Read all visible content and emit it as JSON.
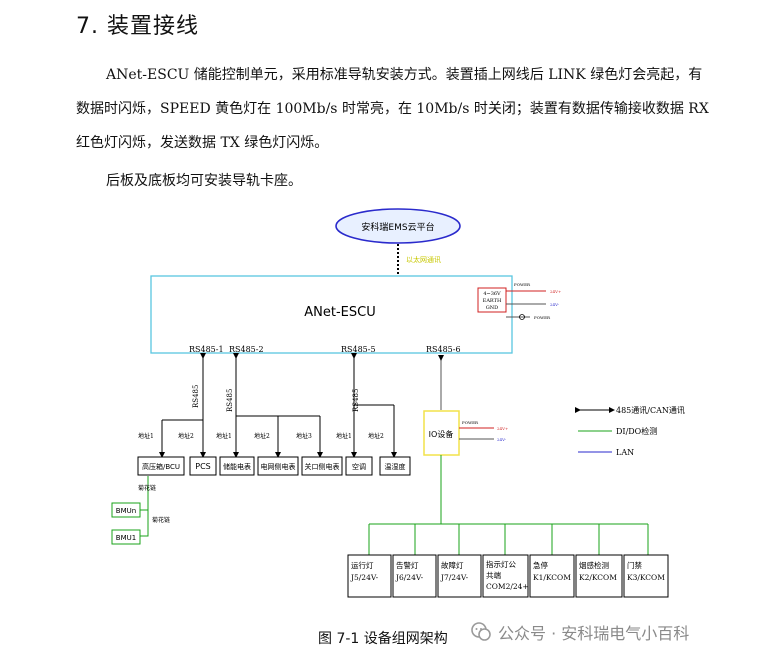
{
  "heading": "7. 装置接线",
  "paragraphs": [
    "ANet-ESCU 储能控制单元，采用标准导轨安装方式。装置插上网线后 LINK 绿色灯会亮起，有数据时闪烁，SPEED 黄色灯在 100Mb/s 时常亮，在 10Mb/s 时关闭；装置有数据传输接收数据 RX 红色灯闪烁，发送数据 TX 绿色灯闪烁。",
    "后板及底板均可安装导轨卡座。"
  ],
  "diagram": {
    "cloud": "安科瑞EMS云平台",
    "cloud_link": "以太网通讯",
    "main_unit": "ANet-ESCU",
    "power_box": [
      "4~36V",
      "EARTH",
      "GND"
    ],
    "power_labels": [
      "POWER",
      "24V+",
      "24V-",
      "POWER"
    ],
    "ports": [
      "RS485-1",
      "RS485-2",
      "RS485-5",
      "RS485-6"
    ],
    "bus_labels": [
      "RS485",
      "RS485",
      "RS485"
    ],
    "addr_labels": [
      "地址1",
      "地址2",
      "地址1",
      "地址2",
      "地址3",
      "地址1",
      "地址2"
    ],
    "devices": [
      "高压箱/BCU",
      "PCS",
      "储能电表",
      "电网侧电表",
      "关口侧电表",
      "空调",
      "温湿度"
    ],
    "bmu_units": [
      "BMUn",
      "BMU1"
    ],
    "bmu_link_labels": [
      "菊花链",
      "菊花链"
    ],
    "io_device": "IO设备",
    "io_power_labels": [
      "POWER",
      "24V+",
      "24V-"
    ],
    "legend": [
      {
        "label": "485通讯/CAN通讯",
        "color": "#000000"
      },
      {
        "label": "DI/DO检测",
        "color": "#1aa31a"
      },
      {
        "label": "LAN",
        "color": "#2a2acc"
      }
    ],
    "io_items": [
      [
        "运行灯",
        "J5/24V-"
      ],
      [
        "告警灯",
        "J6/24V-"
      ],
      [
        "故障灯",
        "J7/24V-"
      ],
      [
        "指示灯公",
        "共端",
        "COM2/24+"
      ],
      [
        "急停",
        "K1/KCOM"
      ],
      [
        "烟感检测",
        "K2/KCOM"
      ],
      [
        "门禁",
        "K3/KCOM"
      ]
    ]
  },
  "caption": "图 7-1 设备组网架构",
  "watermark": "公众号 · 安科瑞电气小百科",
  "colors": {
    "green": "#1aa31a",
    "blue": "#2a2acc",
    "cloud_fill": "#e8f0ff",
    "main_border": "#59c6e0",
    "io_border": "#f2e24a",
    "red": "#d02020"
  }
}
